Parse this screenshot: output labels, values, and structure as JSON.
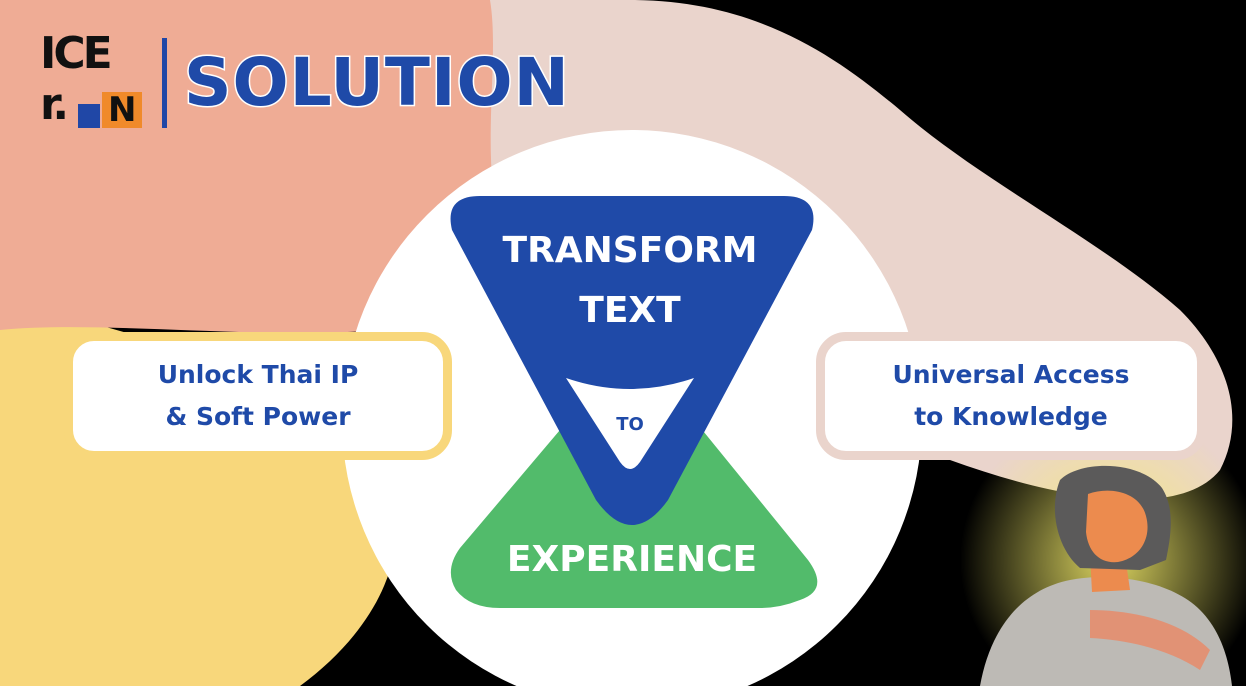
{
  "header": {
    "logo_line1": "ICE",
    "logo_line2": "r.",
    "logo_n": "N",
    "title": "SOLUTION"
  },
  "left_box": {
    "line1": "Unlock Thai IP",
    "line2": "& Soft Power"
  },
  "right_box": {
    "line1": "Universal Access",
    "line2": "to Knowledge"
  },
  "diagram": {
    "top_line1": "TRANSFORM",
    "top_line2": "TEXT",
    "connector": "TO",
    "bottom": "EXPERIENCE"
  },
  "colors": {
    "blue": "#1f4aa8",
    "green": "#52bb6b",
    "salmon": "#efac95",
    "peach": "#ead4cc",
    "yellow": "#f8d77b",
    "black": "#000000"
  }
}
